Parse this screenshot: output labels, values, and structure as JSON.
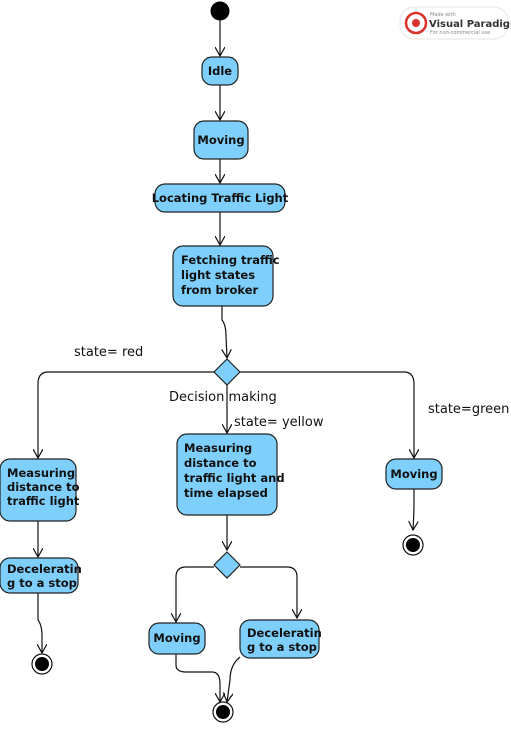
{
  "colors": {
    "node_fill": "#7ecffb",
    "stroke": "#222222",
    "watermark_red": "#d9312b"
  },
  "watermark": {
    "line1": "Made with",
    "line2": "Visual Paradigm",
    "line3": "For non-commercial use"
  },
  "nodes": {
    "idle": "Idle",
    "moving_top": "Moving",
    "locating": "Locating Traffic Light",
    "fetching": [
      "Fetching traffic",
      "light states",
      "from broker"
    ],
    "measuring_light": [
      "Measuring",
      "distance to",
      "traffic light"
    ],
    "decelerating_left": [
      "Deceleratin",
      "g to a stop"
    ],
    "measuring_time": [
      "Measuring",
      "distance to",
      "traffic light and",
      "time elapsed"
    ],
    "moving_right": "Moving",
    "moving_bottom": "Moving",
    "decelerating_bottom": [
      "Deceleratin",
      "g to a stop"
    ]
  },
  "guards": {
    "red": "state= red",
    "decision": "Decision making",
    "yellow": "state= yellow",
    "green": "state=green"
  }
}
